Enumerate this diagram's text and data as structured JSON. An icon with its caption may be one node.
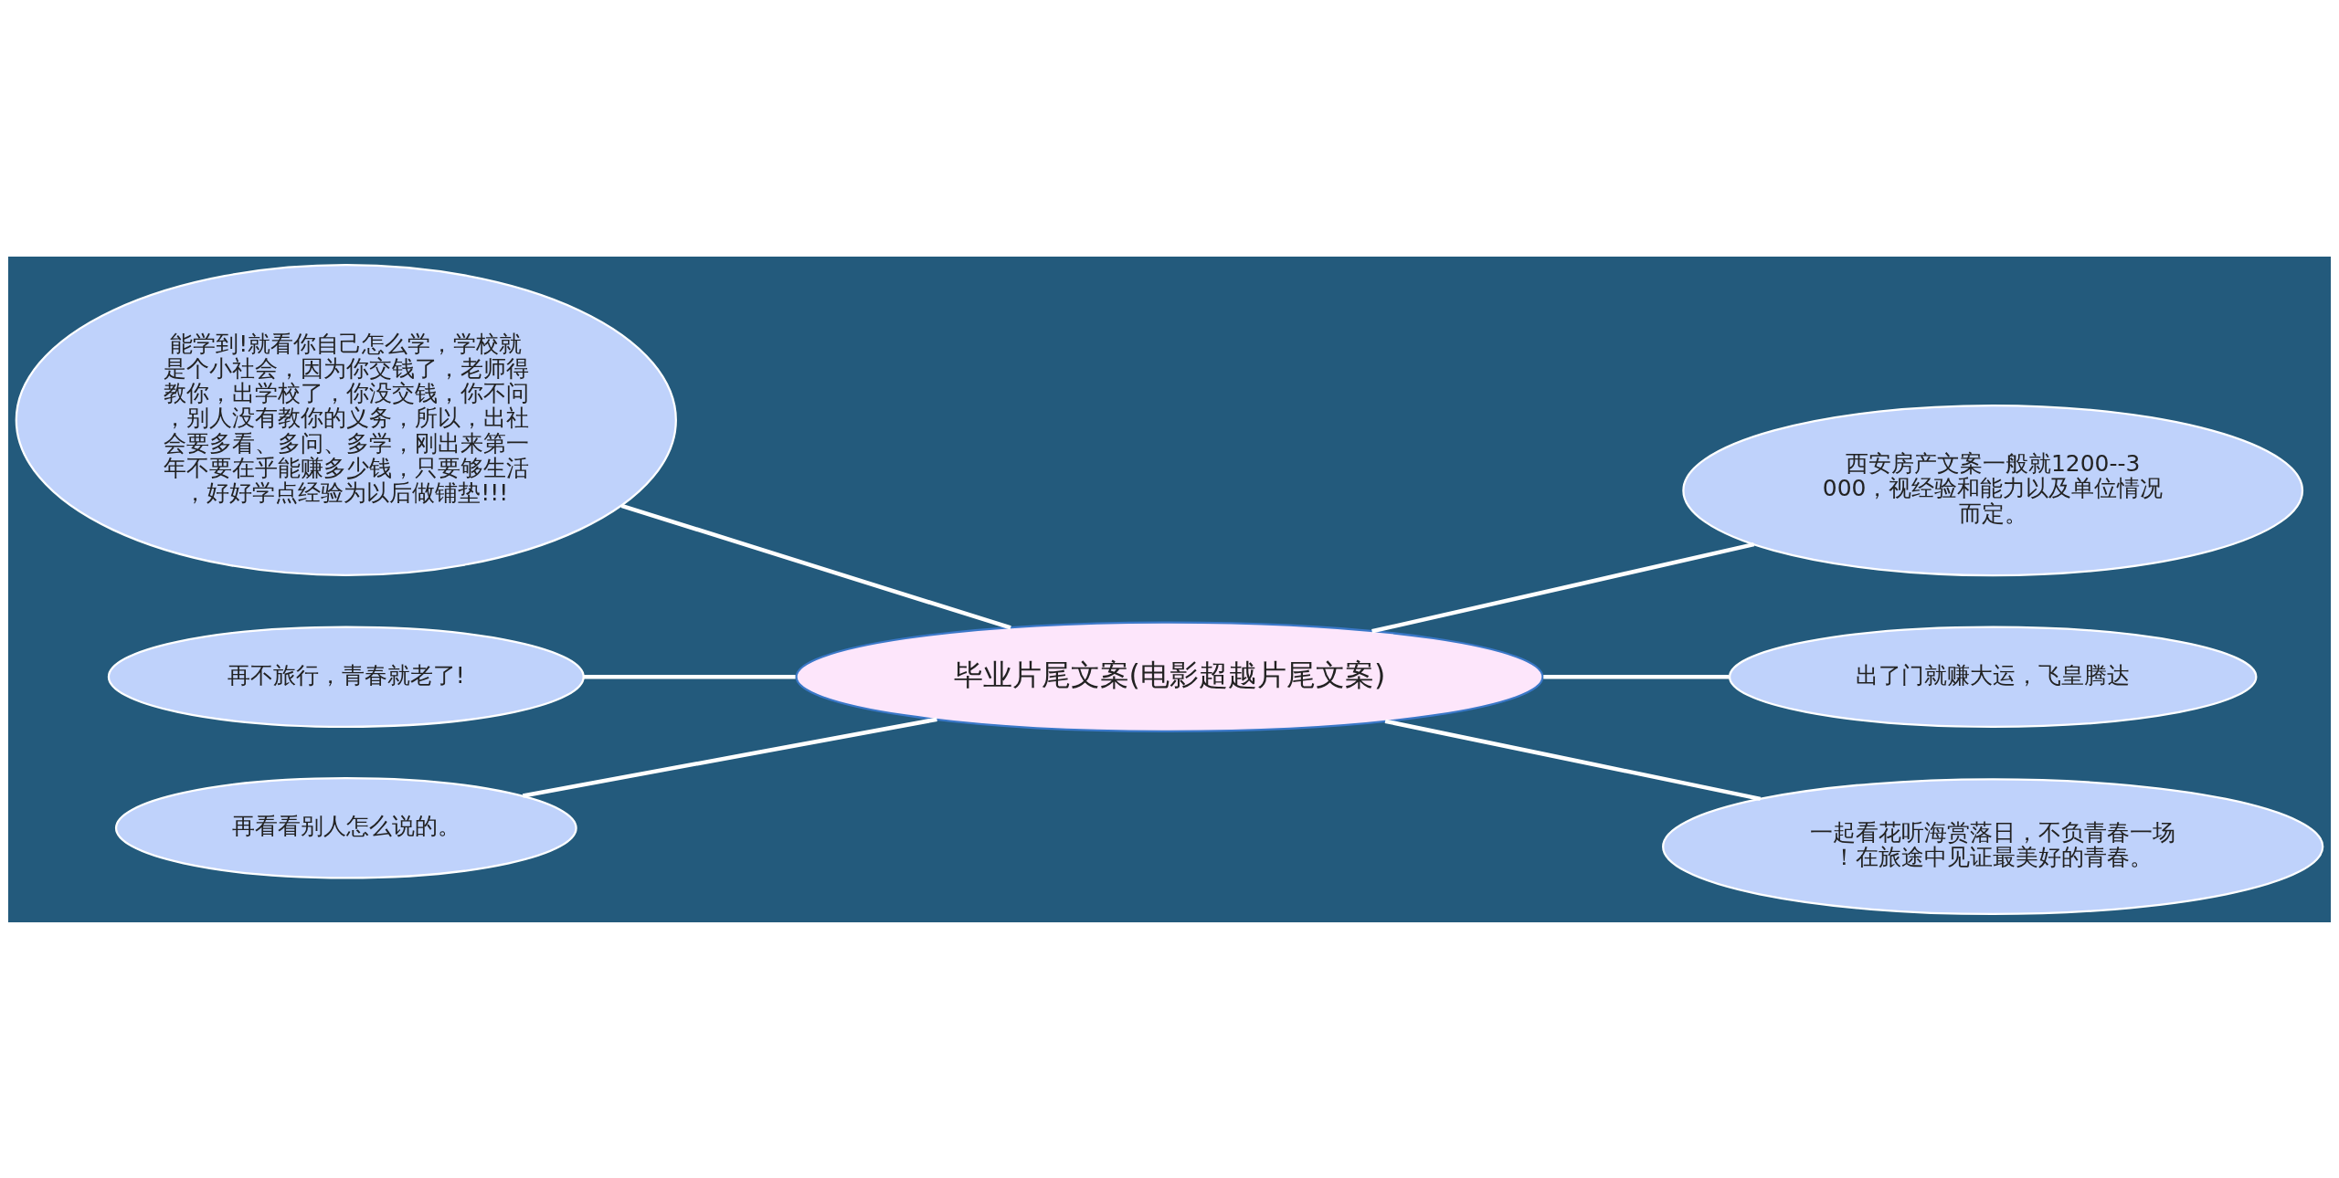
{
  "diagram": {
    "nodes": [
      {
        "text": [
          "毕业片尾文案(电影超越片尾文案)"
        ]
      },
      {
        "text": [
          "能学到!就看你自己怎么学，学校就是个小社会，因为你交钱了，老师得教你，出学校了，你没交钱，你不问，别人没有教你的义务，所以，出社会要多看、多问、多学，刚出来第一年不要在乎能赚多少钱，只要够生活，好好学点经验为以后做铺垫!!!"
        ]
      },
      {
        "text": [
          "再不旅行，青春就老了!"
        ]
      },
      {
        "text": [
          "再看看别人怎么说的。"
        ]
      },
      {
        "text": [
          "西安房产文案一般就1200--3000，视经验和能力以及单位情况而定。"
        ]
      },
      {
        "text": [
          "出了门就赚大运，飞皇腾达"
        ]
      },
      {
        "text": [
          "一起看花听海赏落日，不负青春一场！在旅途中见证最美好的青春。"
        ]
      }
    ],
    "edges": [
      {
        "from": 0,
        "to": 1,
        "arrow": "none"
      },
      {
        "from": 0,
        "to": 2,
        "arrow": "none"
      },
      {
        "from": 0,
        "to": 3,
        "arrow": "none"
      },
      {
        "from": 0,
        "to": 4,
        "arrow": "none"
      },
      {
        "from": 0,
        "to": 5,
        "arrow": "none"
      },
      {
        "from": 0,
        "to": 6,
        "arrow": "none"
      }
    ]
  }
}
